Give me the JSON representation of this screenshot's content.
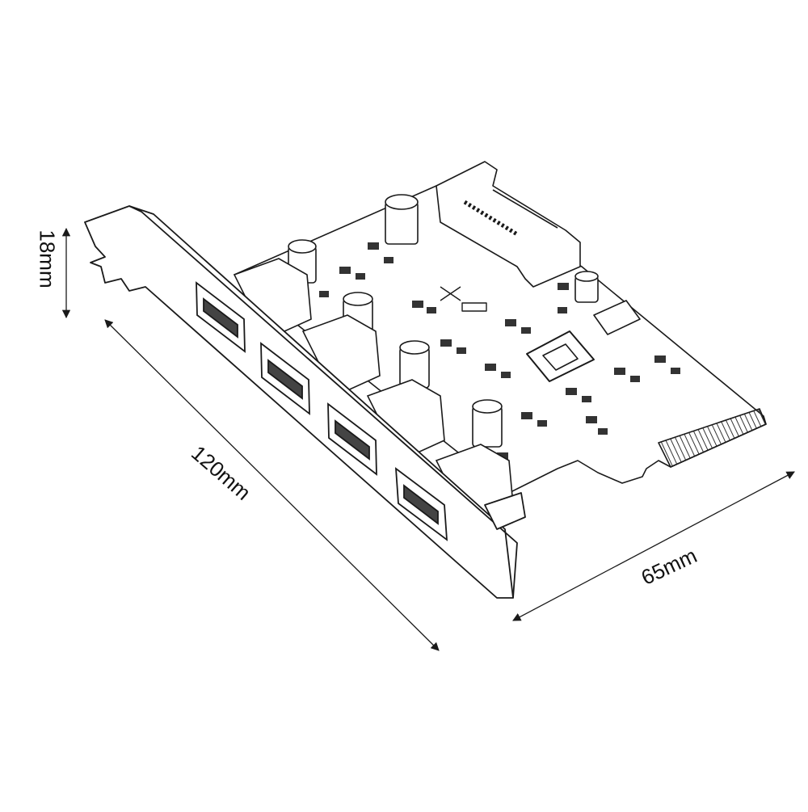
{
  "dimensions": {
    "height": "18mm",
    "length": "120mm",
    "width": "65mm"
  },
  "board": {
    "usb_port_count": 4,
    "colors": {
      "line": "#1a1a1a",
      "paper": "#ffffff",
      "shade": "#444444"
    }
  }
}
